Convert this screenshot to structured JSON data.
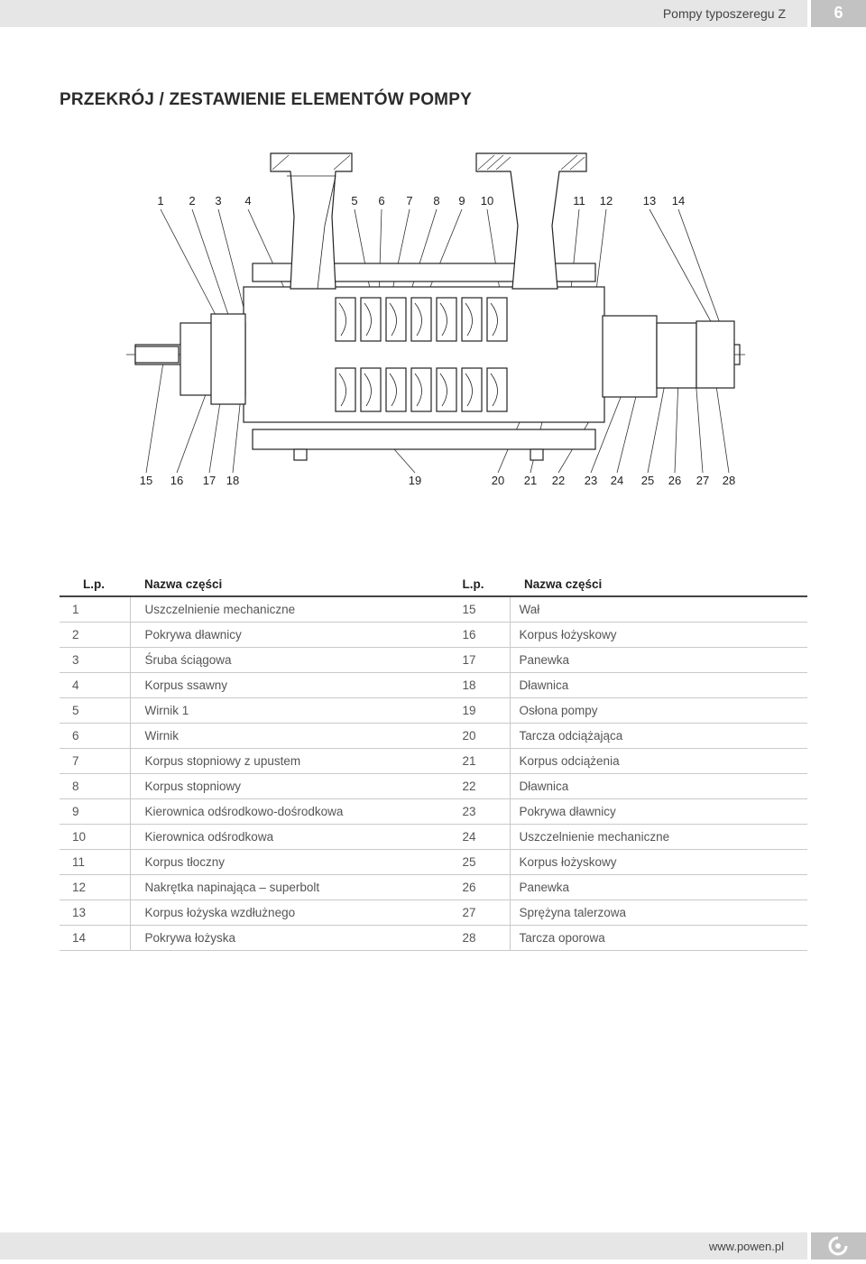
{
  "header": {
    "series": "Pompy typoszeregu Z",
    "page_number": "6"
  },
  "title": "PRZEKRÓJ / ZESTAWIENIE ELEMENTÓW POMPY",
  "drawing": {
    "top_labels": [
      "1",
      "2",
      "3",
      "4",
      "5",
      "6",
      "7",
      "8",
      "9",
      "10",
      "11",
      "12",
      "13",
      "14"
    ],
    "bottom_labels": [
      "15",
      "16",
      "17",
      "18",
      "19",
      "20",
      "21",
      "22",
      "23",
      "24",
      "25",
      "26",
      "27",
      "28"
    ]
  },
  "table": {
    "col_lp": "L.p.",
    "col_name": "Nazwa części",
    "rows": [
      {
        "lp1": "1",
        "name1": "Uszczelnienie mechaniczne",
        "lp2": "15",
        "name2": "Wał"
      },
      {
        "lp1": "2",
        "name1": "Pokrywa dławnicy",
        "lp2": "16",
        "name2": "Korpus łożyskowy"
      },
      {
        "lp1": "3",
        "name1": "Śruba ściągowa",
        "lp2": "17",
        "name2": "Panewka"
      },
      {
        "lp1": "4",
        "name1": "Korpus ssawny",
        "lp2": "18",
        "name2": "Dławnica"
      },
      {
        "lp1": "5",
        "name1": "Wirnik 1",
        "lp2": "19",
        "name2": "Osłona pompy"
      },
      {
        "lp1": "6",
        "name1": "Wirnik",
        "lp2": "20",
        "name2": "Tarcza odciążająca"
      },
      {
        "lp1": "7",
        "name1": "Korpus stopniowy z upustem",
        "lp2": "21",
        "name2": "Korpus odciążenia"
      },
      {
        "lp1": "8",
        "name1": "Korpus stopniowy",
        "lp2": "22",
        "name2": "Dławnica"
      },
      {
        "lp1": "9",
        "name1": "Kierownica odśrodkowo-dośrodkowa",
        "lp2": "23",
        "name2": "Pokrywa dławnicy"
      },
      {
        "lp1": "10",
        "name1": "Kierownica odśrodkowa",
        "lp2": "24",
        "name2": "Uszczelnienie mechaniczne"
      },
      {
        "lp1": "11",
        "name1": "Korpus tłoczny",
        "lp2": "25",
        "name2": "Korpus łożyskowy"
      },
      {
        "lp1": "12",
        "name1": "Nakrętka napinająca – superbolt",
        "lp2": "26",
        "name2": "Panewka"
      },
      {
        "lp1": "13",
        "name1": "Korpus łożyska wzdłużnego",
        "lp2": "27",
        "name2": "Sprężyna talerzowa"
      },
      {
        "lp1": "14",
        "name1": "Pokrywa łożyska",
        "lp2": "28",
        "name2": "Tarcza oporowa"
      }
    ]
  },
  "footer": {
    "website": "www.powen.pl"
  },
  "colors": {
    "bar": "#e6e6e6",
    "box": "#c2c2c2",
    "line": "#333333"
  }
}
